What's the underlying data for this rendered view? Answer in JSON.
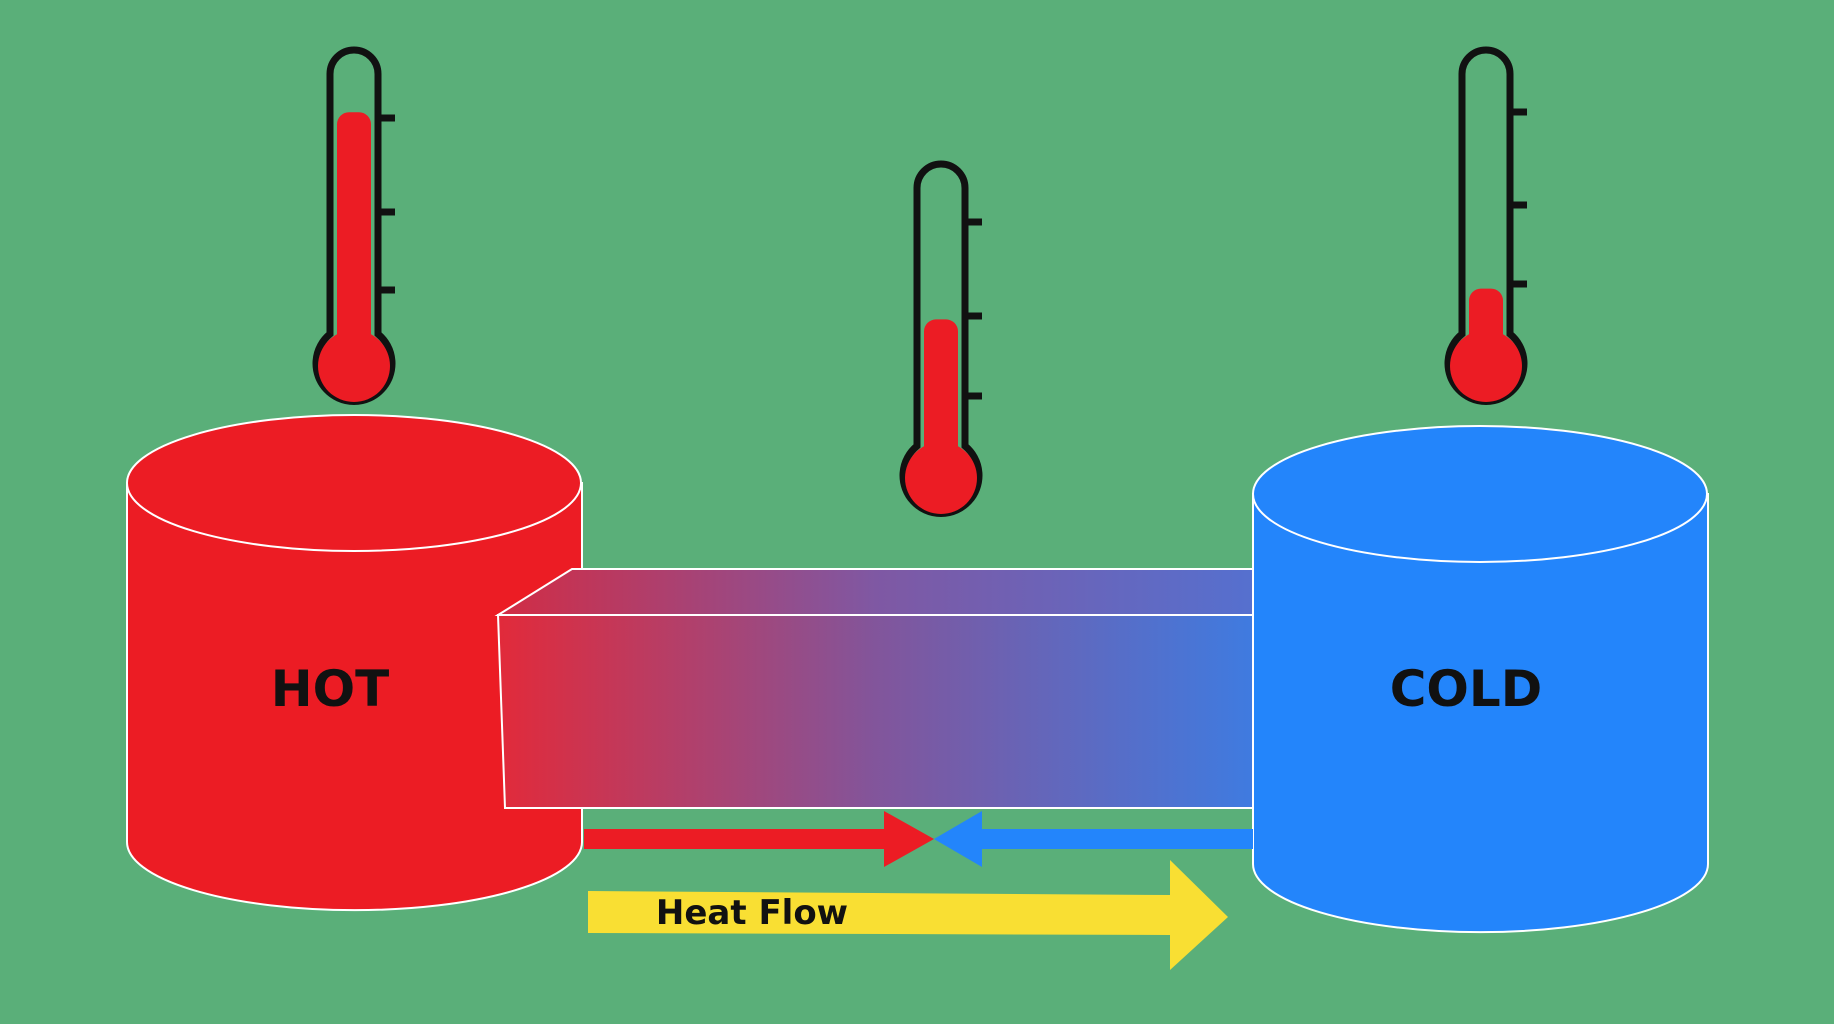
{
  "colors": {
    "background": "#5aaf79",
    "hot": "#ec1c24",
    "cold": "#2385fb",
    "heat_arrow": "#f9df33",
    "mercury": "#ec1c24",
    "outline": "#111111"
  },
  "hot_tank": {
    "label": "HOT"
  },
  "cold_tank": {
    "label": "COLD"
  },
  "heat_flow": {
    "label": "Heat Flow"
  },
  "thermometers": [
    {
      "name": "hot-thermometer",
      "level": 0.87
    },
    {
      "name": "middle-thermometer",
      "level": 0.55
    },
    {
      "name": "cold-thermometer",
      "level": 0.27
    }
  ]
}
